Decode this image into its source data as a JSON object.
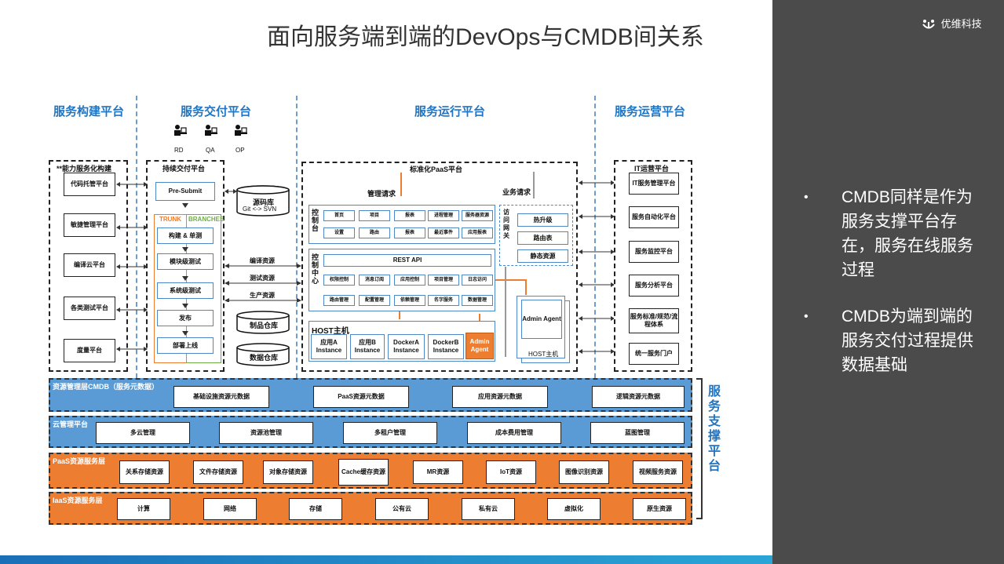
{
  "title": "面向服务端到端的DevOps与CMDB间关系",
  "logo": {
    "text": "优维科技"
  },
  "bullets": [
    "CMDB同样是作为服务支撑平台存在，服务在线服务过程",
    "CMDB为端到端的服务交付过程提供数据基础"
  ],
  "columns": {
    "build": "服务构建平台",
    "deliver": "服务交付平台",
    "run": "服务运行平台",
    "ops": "服务运营平台"
  },
  "roles": [
    "RD",
    "QA",
    "OP"
  ],
  "build_panel": {
    "title": "**能力服务化构建",
    "items": [
      "代码托管平台",
      "敏捷管理平台",
      "编译云平台",
      "各类测试平台",
      "度量平台"
    ]
  },
  "cd_panel": {
    "title": "持续交付平台",
    "presubmit": "Pre-Submit",
    "trunk": "TRUNK",
    "branches": "BRANCHES",
    "steps": [
      "构建 & 单测",
      "模块级测试",
      "系统级测试",
      "发布",
      "部署上线"
    ]
  },
  "repos": {
    "source": "源码库",
    "source_sub": "Git <-> SVN",
    "artifact": "制品仓库",
    "data": "数据仓库"
  },
  "flows": [
    "编译资源",
    "测试资源",
    "生产资源"
  ],
  "paas": {
    "title": "标准化PaaS平台",
    "mgmt_req": "管理请求",
    "biz_req": "业务请求",
    "control_label": "控制台",
    "console_row1": [
      "首页",
      "项目",
      "报表",
      "进程管理",
      "服务器资源"
    ],
    "console_row2": [
      "设置",
      "路由",
      "报表",
      "最近事件",
      "应用报表"
    ],
    "gateway_label": "访问网关",
    "gateway_items": [
      "热升级",
      "路由表",
      "静态资源"
    ],
    "center_label": "控制中心",
    "rest_api": "REST API",
    "center_row1": [
      "权限控制",
      "消息订阅",
      "应用控制",
      "项目管理",
      "日志访问"
    ],
    "center_row2": [
      "路由管理",
      "配置管理",
      "依赖管理",
      "名字服务",
      "数据管理"
    ],
    "host_title": "HOST主机",
    "instances": [
      "应用A Instance",
      "应用B Instance",
      "DockerA Instance",
      "DockerB Instance"
    ],
    "admin_agent": "Admin Agent",
    "host2_agent": "Admin Agent",
    "host2_title": "HOST主机"
  },
  "ops_panel": {
    "title": "IT运营平台",
    "items": [
      "IT服务管理平台",
      "服务自动化平台",
      "服务监控平台",
      "服务分析平台",
      "服务标准/规范/流程体系",
      "统一服务门户"
    ]
  },
  "bands": [
    {
      "title": "资源管理层CMDB（服务元数据）",
      "color": "#5b9bd5",
      "cells": [
        "基础设施资源元数据",
        "PaaS资源元数据",
        "应用资源元数据",
        "逻辑资源元数据"
      ]
    },
    {
      "title": "云管理平台",
      "color": "#5b9bd5",
      "cells": [
        "多云管理",
        "资源池管理",
        "多租户管理",
        "成本费用管理",
        "蓝图管理"
      ]
    },
    {
      "title": "PaaS资源服务层",
      "color": "#ed7d31",
      "cells": [
        "关系存储资源",
        "文件存储资源",
        "对象存储资源",
        "Cache缓存资源",
        "MR资源",
        "IoT资源",
        "图像识别资源",
        "视频服务资源"
      ]
    },
    {
      "title": "IaaS资源服务层",
      "color": "#ed7d31",
      "cells": [
        "计算",
        "网络",
        "存储",
        "公有云",
        "私有云",
        "虚拟化",
        "原生资源"
      ]
    }
  ],
  "support_label": "服务支撑平台",
  "colors": {
    "accent": "#1f75c4",
    "blue_band": "#5b9bd5",
    "orange_band": "#ed7d31",
    "panel_bg": "#4b4b4b",
    "trunk": "#ed7d31",
    "branches": "#70ad47"
  }
}
